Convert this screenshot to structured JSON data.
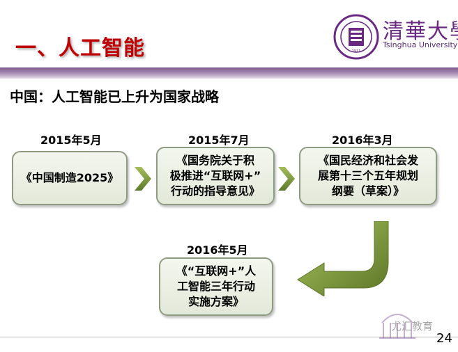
{
  "slide": {
    "title": "一、人工智能",
    "subtitle": "中国：人工智能已上升为国家战略",
    "page_number": "24"
  },
  "logo": {
    "name_cn": "清華大學",
    "name_en": "Tsinghua University"
  },
  "timeline": [
    {
      "date": "2015年5月",
      "lines": [
        "《中国制造2025》"
      ]
    },
    {
      "date": "2015年7月",
      "lines": [
        "《国务院关于积",
        "极推进“互联网+”",
        "行动的指导意见》"
      ]
    },
    {
      "date": "2016年3月",
      "lines": [
        "《国民经济和社会发",
        "展第十三个五年规划",
        "纲要（草案）》"
      ]
    },
    {
      "date": "2016年5月",
      "lines": [
        "《“互联网+”人",
        "工智能三年行动",
        "实施方案》"
      ]
    }
  ],
  "watermark": {
    "text": "尤汇教育"
  },
  "colors": {
    "title_red": "#c00000",
    "header_bar_purple": "#7d5a8a",
    "box_border": "#8f9a82",
    "arrow_green": "#7f9b3e",
    "logo_purple": "#6a2a84"
  }
}
